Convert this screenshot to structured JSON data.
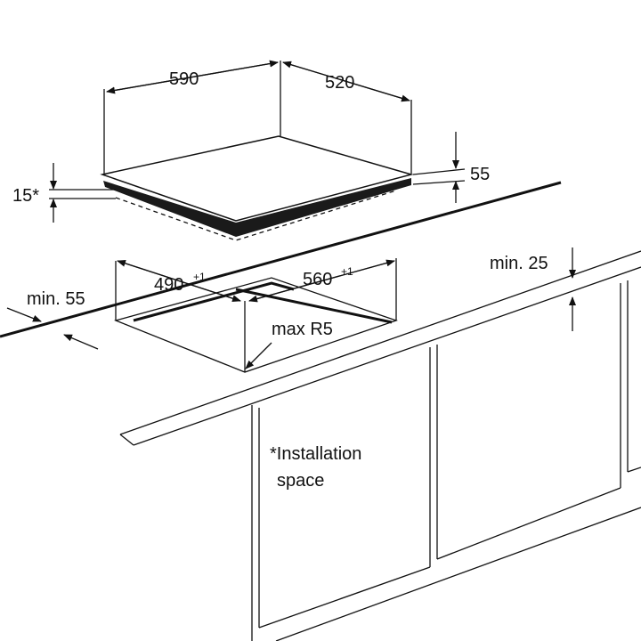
{
  "dimensions": {
    "hob_width": "590",
    "hob_depth": "520",
    "hob_height": "55",
    "gap_below": "15*",
    "cutout_width": "490",
    "cutout_width_tol": "+1",
    "cutout_depth": "560",
    "cutout_depth_tol": "+1",
    "min_back": "min. 25",
    "min_front": "min. 55",
    "corner_radius": "max R5"
  },
  "note": {
    "line1": "*Installation",
    "line2": "space"
  },
  "colors": {
    "ink": "#111111",
    "hob_band": "#1a1a1a"
  }
}
